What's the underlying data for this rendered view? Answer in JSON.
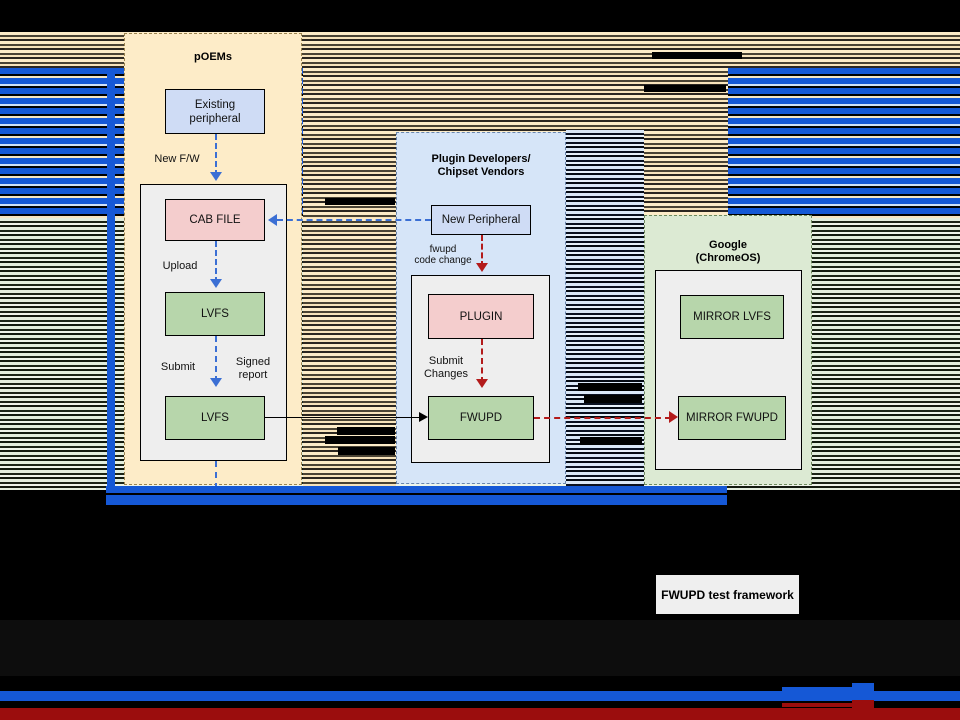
{
  "diagram": {
    "title_caption": "FWUPD test framework",
    "panels": [
      {
        "id": "poems",
        "title": "pOEMs",
        "fill": "#fdecc8"
      },
      {
        "id": "plugin",
        "title": "Plugin Developers/\nChipset Vendors",
        "title_line1": "Plugin Developers/",
        "title_line2": "Chipset Vendors",
        "fill": "#d6e5f8"
      },
      {
        "id": "google",
        "title": "Google\n(ChromeOS)",
        "title_line1": "Google",
        "title_line2": "(ChromeOS)",
        "fill": "#dcead3"
      }
    ],
    "nodes": {
      "existing_peripheral_l1": "Existing",
      "existing_peripheral_l2": "peripheral",
      "cab_file": "CAB FILE",
      "lvfs_upper": "LVFS",
      "lvfs_lower": "LVFS",
      "new_peripheral": "New Peripheral",
      "plugin": "PLUGIN",
      "fwupd": "FWUPD",
      "mirror_lvfs": "MIRROR LVFS",
      "mirror_fwupd": "MIRROR FWUPD"
    },
    "edge_labels": {
      "new_fw": "New F/W",
      "upload": "Upload",
      "submit": "Submit",
      "signed_report_l1": "Signed",
      "signed_report_l2": "report",
      "fwupd_code_change_l1": "fwupd",
      "fwupd_code_change_l2": "code change",
      "submit_changes_l1": "Submit",
      "submit_changes_l2": "Changes"
    },
    "colors": {
      "blue_arrow": "#3b6fd4",
      "red_arrow": "#b31b1b",
      "node_blue": "#cfdcf5",
      "node_pink": "#f4cdcd",
      "node_green": "#b7d6ab",
      "panel_cream": "#fdecc8",
      "panel_lightblue": "#d6e5f8",
      "panel_lightgreen": "#dcead3",
      "glitch_blue": "#1558d6",
      "glitch_red": "#9b0d0d"
    }
  }
}
